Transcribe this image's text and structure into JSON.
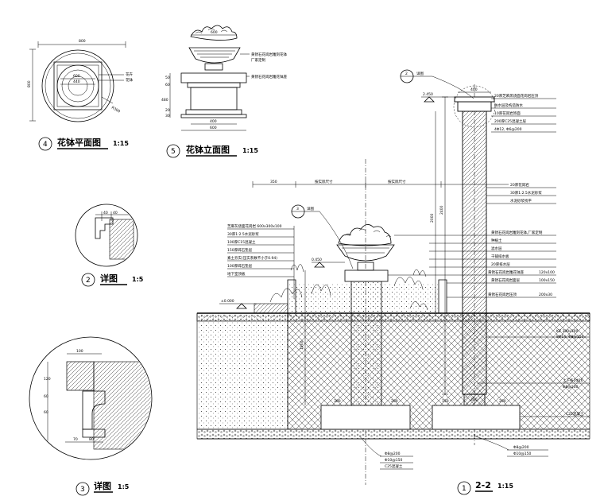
{
  "views": {
    "plan_4": {
      "num": "4",
      "title": "花钵平面图",
      "scale": "1:15",
      "dim_top": "800",
      "dim_side": "800",
      "dims_inner": [
        "600",
        "440"
      ],
      "notes": [
        "花卉",
        "花钵"
      ],
      "radius": "R300"
    },
    "elev_5": {
      "num": "5",
      "title": "花钵立面图",
      "scale": "1:15",
      "dim_top": "600",
      "dims_bottom": [
        "400",
        "600"
      ],
      "dims_side": [
        "50",
        "60",
        "480",
        "20",
        "30"
      ],
      "notes": [
        "黄锈石花岗岩雕刻花钵",
        "厂家定制",
        "黄锈石花岗岩雕花钵座"
      ]
    },
    "detail_2": {
      "num": "2",
      "title": "详图",
      "scale": "1:5",
      "dims": [
        "40",
        "40"
      ]
    },
    "detail_3": {
      "num": "3",
      "title": "详图",
      "scale": "1:5",
      "dims": [
        "100",
        "120",
        "60",
        "60",
        "70",
        "80"
      ]
    },
    "section_1": {
      "num": "1",
      "title": "2-2",
      "scale": "1:15",
      "dims_top": [
        "350",
        "按实际尺寸",
        "按实际尺寸"
      ],
      "pillar_width": "400",
      "callouts": [
        {
          "num": "2",
          "label": "详图"
        },
        {
          "num": "3",
          "label": "详图"
        }
      ],
      "elevations": [
        "0.450",
        "2.450",
        "±0.000"
      ],
      "heights": [
        "2400",
        "2000",
        "1900"
      ],
      "notes_left": [
        "芝麻灰烧面花岗岩 600x300x100",
        "30厚1:2.5水泥砂浆",
        "100厚C15混凝土",
        "150厚碎石垫层",
        "素土夯实(压实系数不小于0.94)",
        "100厚碎石垫层",
        "地下室顶板"
      ],
      "notes_right": [
        "20厚芝麻黑烧面花岗岩压顶",
        "防水层及构造防水",
        "10厚花岗岩饰面",
        "200厚C25混凝土层",
        "4Φ12, Φ6@200",
        "20厚花岗岩",
        "30厚1:2.5水泥砂浆",
        "水泥砂浆找平",
        "黄锈石花岗岩雕刻花钵,厂家定制",
        "种植土",
        "滤水层",
        "干铺排水板",
        "20厚排水层",
        "黄锈石花岗岩雕花钵座",
        "120x100",
        "黄锈石花岗岩面层",
        "100x150",
        "黄锈石花岗岩压顶",
        "200x30"
      ],
      "column_note": [
        "KZ 300x300",
        "8Φ14, Φ8@150"
      ],
      "rebar_note": [
        "上下各2Φ16",
        "Φ8@200"
      ],
      "base_note": "C25混凝土",
      "bottom_notes": [
        "Φ8@200",
        "Φ10@150",
        "C25混凝土"
      ],
      "bottom_notes_right": [
        "Φ8@200",
        "Φ10@150"
      ],
      "small_dims": [
        "300",
        "200",
        "150",
        "300",
        "200"
      ]
    }
  }
}
